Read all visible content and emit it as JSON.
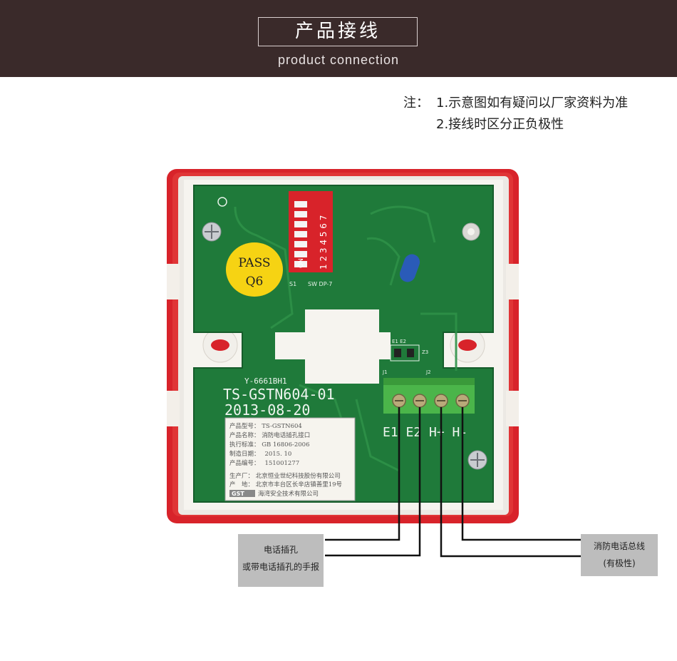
{
  "header": {
    "title": "产品接线",
    "subtitle": "product connection"
  },
  "notes": {
    "label": "注：",
    "line1": "1.示意图如有疑问以厂家资料为准",
    "line2": "2.接线时区分正负极性"
  },
  "board": {
    "pass_line1": "PASS",
    "pass_line2": "Q6",
    "dip_on": "ON",
    "dip_numbers": "1 2 3 4 5 6 7",
    "dip_name": "S1",
    "dip_type": "SW DP-7",
    "code": "Y-6661BH1",
    "model": "TS-GSTN604-01",
    "date": "2013-08-20",
    "terminals": "E1 E2 H+ H-",
    "j1": "J1",
    "j2": "J2",
    "e1e2": "E1 E2",
    "z3": "Z3"
  },
  "sticker": {
    "r1": "产品型号： TS-GSTN604",
    "r2": "产品名称： 消防电话插孔接口",
    "r3": "执行标准： GB 16806-2006",
    "r4": "制造日期：　 2015. 10",
    "r5": "产品编号：　 151001277",
    "r6": "生产厂： 北京恒业世纪科技股份有限公司",
    "r7": "产　地： 北京市丰台区长辛店镇善里19号",
    "r8": "海湾安全技术有限公司",
    "brand": "GST"
  },
  "labels": {
    "left_line1": "电话插孔",
    "left_line2": "或带电话插孔的手报",
    "right_line1": "消防电话总线",
    "right_line2": "(有极性)"
  },
  "colors": {
    "header_bg": "#3a2a2a",
    "housing_red": "#d8232a",
    "pcb_green": "#1f7a3a",
    "terminal_green": "#4bb54a",
    "label_gray": "#bdbdbd"
  }
}
